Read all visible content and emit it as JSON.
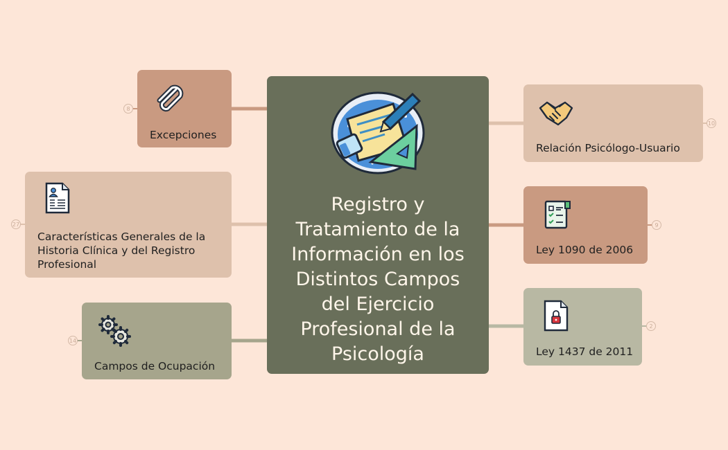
{
  "central": {
    "title_lines": [
      "Registro y",
      "Tratamiento de la",
      "Información en los",
      "Distintos Campos",
      "del Ejercicio",
      "Profesional de la",
      "Psicología"
    ]
  },
  "topics": {
    "excepciones": {
      "label": "Excepciones",
      "count": "8",
      "color": "#c99a81",
      "icon": "paperclip-icon"
    },
    "caracteristicas": {
      "label_lines": [
        "Características Generales de la",
        "Historia Clínica y  del Registro",
        "Profesional"
      ],
      "count": "27",
      "color": "#dec1ac",
      "icon": "document-icon"
    },
    "campos": {
      "label": "Campos de Ocupación",
      "count": "14",
      "color": "#a6a58c",
      "icon": "gears-icon"
    },
    "relacion": {
      "label": "Relación Psicólogo-Usuario",
      "count": "10",
      "color": "#dec1ac",
      "icon": "handshake-icon"
    },
    "ley1090": {
      "label": "Ley 1090 de 2006",
      "count": "9",
      "color": "#c99a81",
      "icon": "checklist-icon"
    },
    "ley1437": {
      "label": "Ley 1437 de 2011",
      "count": "2",
      "color": "#b8b8a3",
      "icon": "locked-file-icon"
    }
  }
}
